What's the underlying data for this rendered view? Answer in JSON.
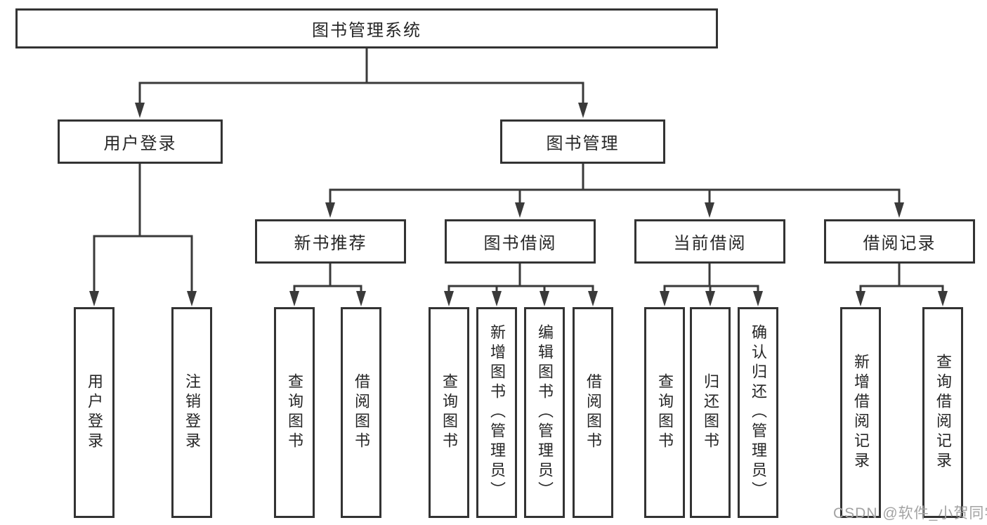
{
  "diagram": {
    "root": "图书管理系统",
    "level2": {
      "user_login": "用户登录",
      "book_mgmt": "图书管理"
    },
    "level3": {
      "new_books": "新书推荐",
      "borrowing": "图书借阅",
      "current": "当前借阅",
      "records": "借阅记录"
    },
    "leaves": {
      "login_group": [
        "用户登录",
        "注销登录"
      ],
      "new_books_group": [
        "查询图书",
        "借阅图书"
      ],
      "borrowing_group": [
        "查询图书",
        "新增图书（管理员）",
        "编辑图书（管理员）",
        "借阅图书"
      ],
      "current_group": [
        "查询图书",
        "归还图书",
        "确认归还（管理员）"
      ],
      "records_group": [
        "新增借阅记录",
        "查询借阅记录"
      ]
    }
  },
  "watermark": "CSDN @软件_小贺同学",
  "colors": {
    "line": "#3a3a3a",
    "box_border": "#333333",
    "text": "#262626",
    "watermark": "#a3a3a3",
    "bg": "#ffffff"
  }
}
